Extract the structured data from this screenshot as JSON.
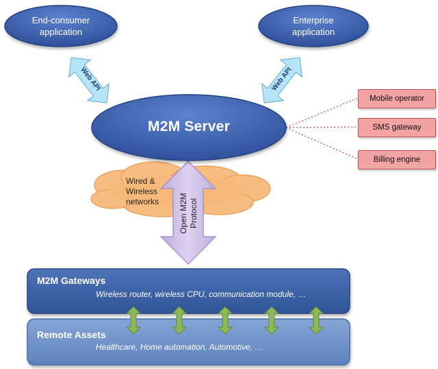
{
  "nodes": {
    "end_consumer": {
      "line1": "End-consumer",
      "line2": "application"
    },
    "enterprise": {
      "line1": "Enterprise",
      "line2": "application"
    },
    "server": "M2M Server",
    "services": [
      "Mobile operator",
      "SMS gateway",
      "Billing engine"
    ],
    "network": {
      "line1": "Wired &",
      "line2": "Wireless",
      "line3": "networks"
    },
    "gateways": {
      "title": "M2M Gateways",
      "subtitle": "Wireless router, wireless CPU, communication module, …"
    },
    "assets": {
      "title": "Remote Assets",
      "subtitle": "Healthcare, Home automation, Automotive, …"
    }
  },
  "edges": {
    "web_api_left": "Web API",
    "web_api_right": "Web API",
    "protocol": {
      "line1": "Open M2M",
      "line2": "Protocol"
    }
  },
  "colors": {
    "ellipse": "#3a5fae",
    "api_arrow": "#b7e4f7",
    "service_fill": "#f3a3a3",
    "service_border": "#c0504d",
    "cloud": "#f7b97a",
    "protocol_arrow": "#cdbfe6",
    "gateways_band": "#3d62a8",
    "assets_band": "#6c8fc7",
    "small_arrows": "#8cb85a"
  }
}
